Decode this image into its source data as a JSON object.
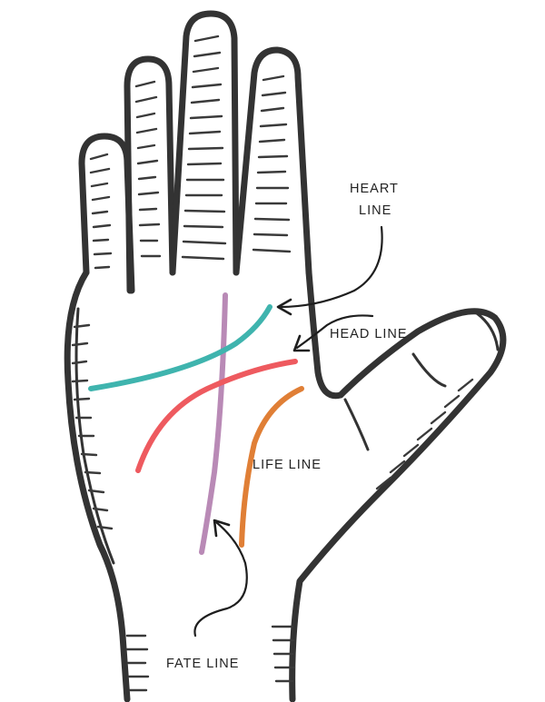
{
  "labels": {
    "heart_line_1": "HEART",
    "heart_line_2": "LINE",
    "head_line": "HEAD LINE",
    "life_line": "LIFE LINE",
    "fate_line": "FATE LINE"
  },
  "colors": {
    "heart_line": "#3fb4ae",
    "head_line": "#ee5a5f",
    "life_line": "#e07f36",
    "fate_line": "#b98ab6",
    "outline": "#333333"
  }
}
